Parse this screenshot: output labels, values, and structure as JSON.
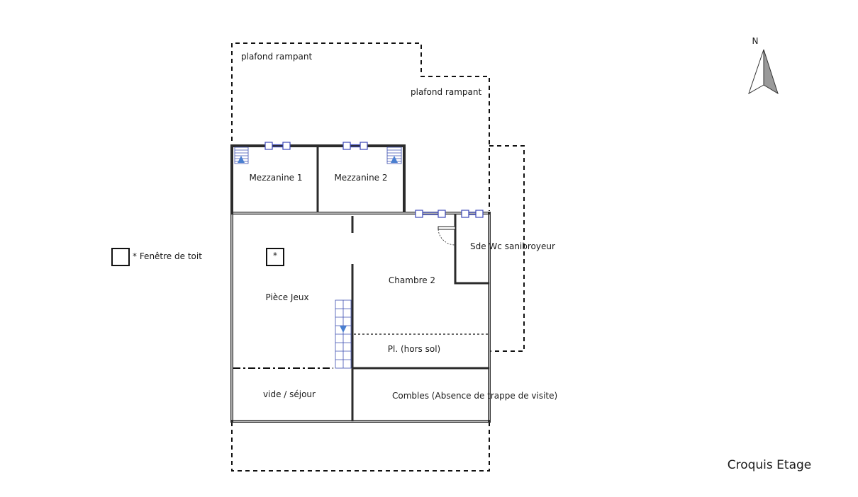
{
  "plan": {
    "title": "Croquis Etage",
    "north_label": "N",
    "legend": {
      "symbol_text": "",
      "label": "* Fenêtre de toit"
    },
    "skylight_marker": "*",
    "rooms": [
      {
        "id": "plafond-rampant-1",
        "label": "plafond rampant"
      },
      {
        "id": "plafond-rampant-2",
        "label": "plafond rampant"
      },
      {
        "id": "mezzanine-1",
        "label": "Mezzanine 1"
      },
      {
        "id": "mezzanine-2",
        "label": "Mezzanine 2"
      },
      {
        "id": "sde-wc",
        "label": "Sde Wc sanibroyeur"
      },
      {
        "id": "piece-jeux",
        "label": "Pièce Jeux"
      },
      {
        "id": "chambre-2",
        "label": "Chambre 2"
      },
      {
        "id": "placard",
        "label": "Pl. (hors sol)"
      },
      {
        "id": "vide-sejour",
        "label": "vide / séjour"
      },
      {
        "id": "combles",
        "label": "Combles (Absence de trappe de visite)"
      }
    ]
  }
}
